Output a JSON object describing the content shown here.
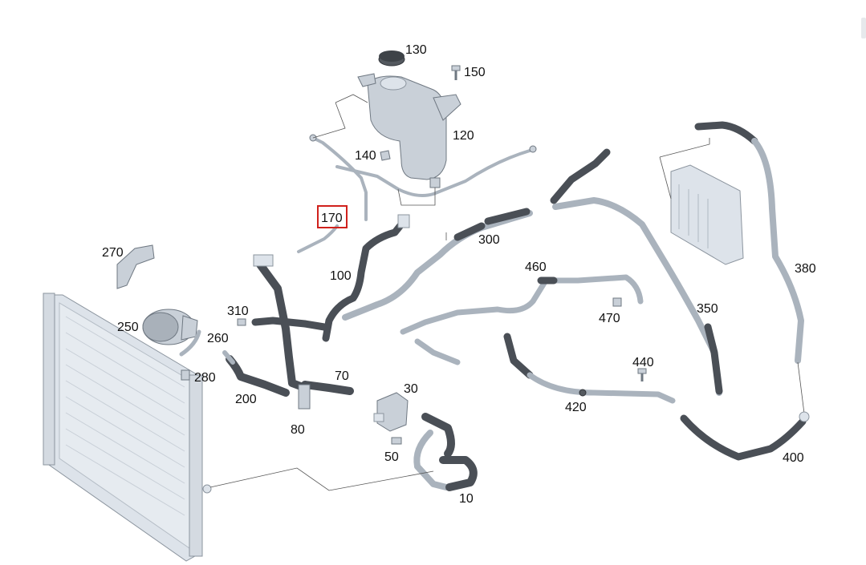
{
  "diagram": {
    "labels": {
      "p10": "10",
      "p30": "30",
      "p50": "50",
      "p70": "70",
      "p80": "80",
      "p100": "100",
      "p120": "120",
      "p130": "130",
      "p140": "140",
      "p150": "150",
      "p170": "170",
      "p200": "200",
      "p250": "250",
      "p260": "260",
      "p270": "270",
      "p280": "280",
      "p300": "300",
      "p310": "310",
      "p350": "350",
      "p380": "380",
      "p400": "400",
      "p420": "420",
      "p440": "440",
      "p460": "460",
      "p470": "470"
    },
    "highlighted_label": "170",
    "colors": {
      "highlight": "#d0211c",
      "hose_dark": "#4a4f56",
      "hose_light": "#aab3bd",
      "part_body": "#c9d0d8"
    }
  }
}
